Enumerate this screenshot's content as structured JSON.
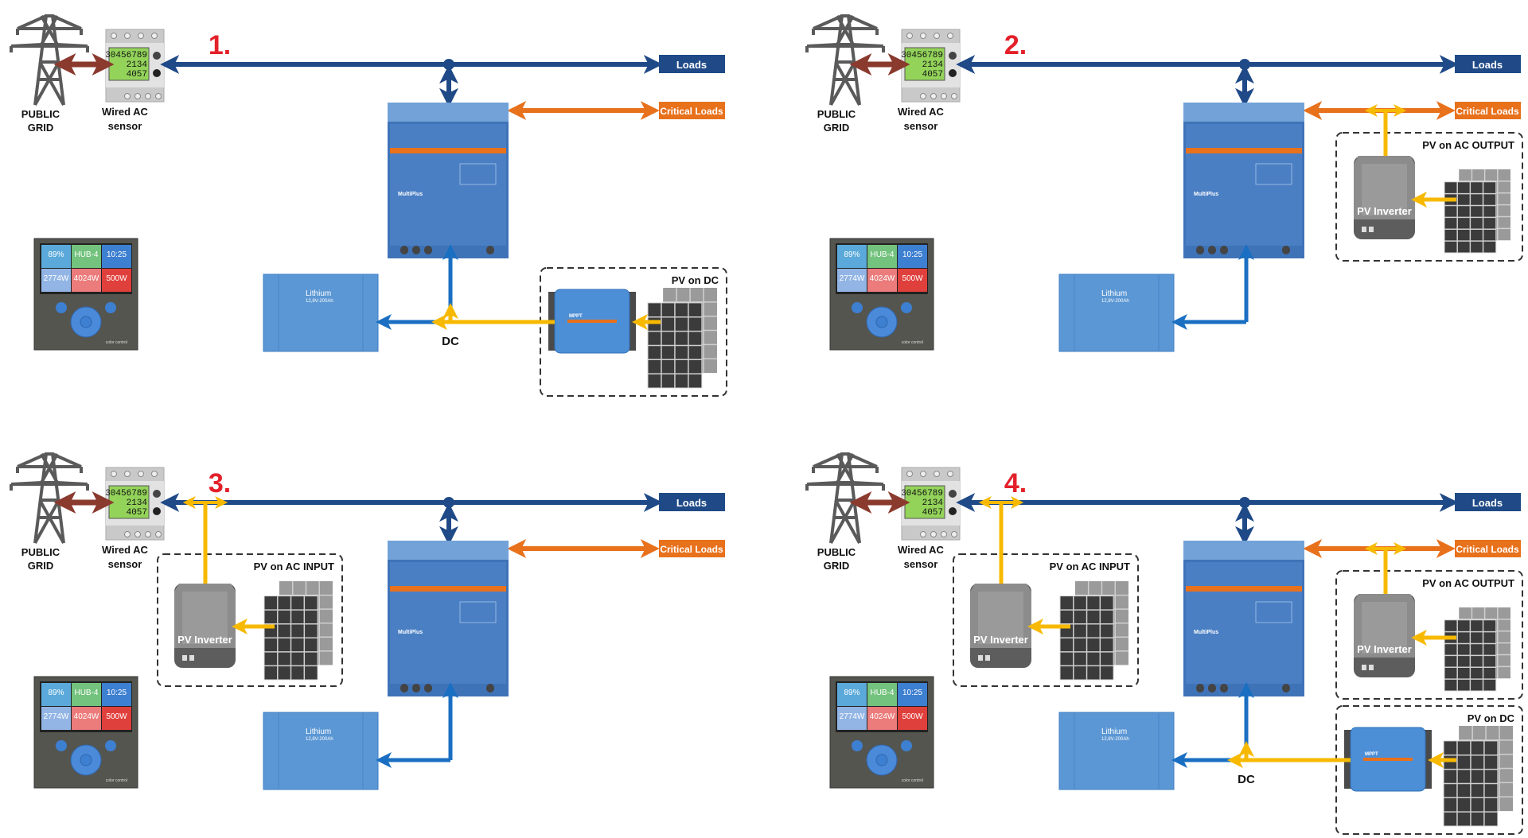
{
  "labels": {
    "public_grid": [
      "PUBLIC",
      "GRID"
    ],
    "sensor": [
      "Wired AC",
      "sensor"
    ],
    "loads": "Loads",
    "critical_loads": "Critical Loads",
    "dc": "DC",
    "pv_on_dc": "PV on DC",
    "pv_on_ac_input": "PV on AC INPUT",
    "pv_on_ac_output": "PV on AC OUTPUT",
    "pv_inverter": "PV Inverter",
    "multiplus": "MultiPlus",
    "battery": "Lithium",
    "battery_spec": "12,8V-200Ah",
    "mppt": "MPPT",
    "meter_readings": [
      "30456789",
      "2134",
      "4057"
    ],
    "color_control": {
      "tiles": [
        "89%",
        "HUB-4",
        "10:25",
        "2774W",
        "4024W",
        "500W"
      ],
      "brand": "color control"
    }
  },
  "colors": {
    "ac_bus": "#1f4a87",
    "critical": "#e8711c",
    "dc": "#1a6fc2",
    "pv": "#f7b900",
    "grid_link": "#8b3a2e",
    "number": "#e3202a",
    "multiplus": "#4a7fc4",
    "battery": "#5b97d4"
  },
  "panels": [
    {
      "number": "1.",
      "pv_ac_input": false,
      "pv_ac_output": false,
      "pv_dc": true
    },
    {
      "number": "2.",
      "pv_ac_input": false,
      "pv_ac_output": true,
      "pv_dc": false
    },
    {
      "number": "3.",
      "pv_ac_input": true,
      "pv_ac_output": false,
      "pv_dc": false
    },
    {
      "number": "4.",
      "pv_ac_input": true,
      "pv_ac_output": true,
      "pv_dc": true
    }
  ]
}
